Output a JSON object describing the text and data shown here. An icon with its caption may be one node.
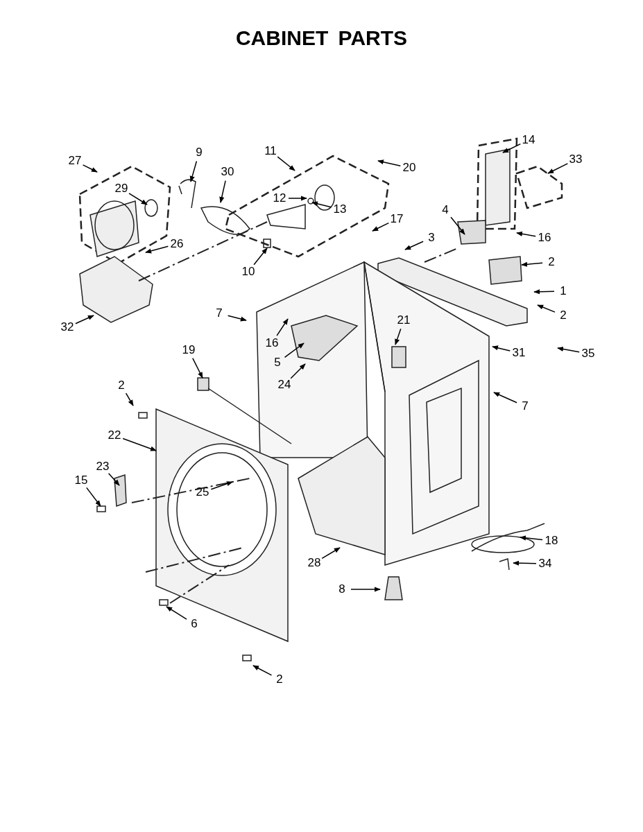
{
  "diagram": {
    "title": "CABINET PARTS",
    "nodes": [
      {
        "text": [
          "27"
        ]
      },
      {
        "text": [
          "9"
        ]
      },
      {
        "text": [
          "30"
        ]
      },
      {
        "text": [
          "11"
        ]
      },
      {
        "text": [
          "20"
        ]
      },
      {
        "text": [
          "14"
        ]
      },
      {
        "text": [
          "33"
        ]
      },
      {
        "text": [
          "29"
        ]
      },
      {
        "text": [
          "12"
        ]
      },
      {
        "text": [
          "13"
        ]
      },
      {
        "text": [
          "4"
        ]
      },
      {
        "text": [
          "17"
        ]
      },
      {
        "text": [
          "3"
        ]
      },
      {
        "text": [
          "16"
        ]
      },
      {
        "text": [
          "26"
        ]
      },
      {
        "text": [
          "10"
        ]
      },
      {
        "text": [
          "2"
        ]
      },
      {
        "text": [
          "1"
        ]
      },
      {
        "text": [
          "7"
        ]
      },
      {
        "text": [
          "21"
        ]
      },
      {
        "text": [
          "2"
        ]
      },
      {
        "text": [
          "16"
        ]
      },
      {
        "text": [
          "5"
        ]
      },
      {
        "text": [
          "31"
        ]
      },
      {
        "text": [
          "35"
        ]
      },
      {
        "text": [
          "32"
        ]
      },
      {
        "text": [
          "24"
        ]
      },
      {
        "text": [
          "19"
        ]
      },
      {
        "text": [
          "7"
        ]
      },
      {
        "text": [
          "2"
        ]
      },
      {
        "text": [
          "22"
        ]
      },
      {
        "text": [
          "23"
        ]
      },
      {
        "text": [
          "15"
        ]
      },
      {
        "text": [
          "25"
        ]
      },
      {
        "text": [
          "18"
        ]
      },
      {
        "text": [
          "28"
        ]
      },
      {
        "text": [
          "34"
        ]
      },
      {
        "text": [
          "8"
        ]
      },
      {
        "text": [
          "6"
        ]
      },
      {
        "text": [
          "2"
        ]
      }
    ],
    "edges": [
      {
        "from": 0,
        "to": null,
        "arrow": "to"
      },
      {
        "from": 1,
        "to": null,
        "arrow": "to"
      },
      {
        "from": 2,
        "to": null,
        "arrow": "to"
      },
      {
        "from": 3,
        "to": null,
        "arrow": "to"
      },
      {
        "from": 4,
        "to": null,
        "arrow": "to"
      },
      {
        "from": 5,
        "to": null,
        "arrow": "to"
      },
      {
        "from": 6,
        "to": null,
        "arrow": "to"
      },
      {
        "from": 7,
        "to": null,
        "arrow": "to"
      },
      {
        "from": 8,
        "to": null,
        "arrow": "to"
      },
      {
        "from": 9,
        "to": null,
        "arrow": "to"
      },
      {
        "from": 10,
        "to": null,
        "arrow": "to"
      },
      {
        "from": 11,
        "to": null,
        "arrow": "to"
      },
      {
        "from": 12,
        "to": null,
        "arrow": "to"
      },
      {
        "from": 13,
        "to": null,
        "arrow": "to"
      },
      {
        "from": 14,
        "to": null,
        "arrow": "to"
      },
      {
        "from": 15,
        "to": null,
        "arrow": "to"
      },
      {
        "from": 16,
        "to": null,
        "arrow": "to"
      },
      {
        "from": 17,
        "to": null,
        "arrow": "to"
      },
      {
        "from": 18,
        "to": null,
        "arrow": "to"
      },
      {
        "from": 19,
        "to": null,
        "arrow": "to"
      },
      {
        "from": 20,
        "to": null,
        "arrow": "to"
      },
      {
        "from": 21,
        "to": null,
        "arrow": "to"
      },
      {
        "from": 22,
        "to": null,
        "arrow": "to"
      },
      {
        "from": 23,
        "to": null,
        "arrow": "to"
      },
      {
        "from": 24,
        "to": null,
        "arrow": "to"
      },
      {
        "from": 25,
        "to": null,
        "arrow": "to"
      },
      {
        "from": 26,
        "to": null,
        "arrow": "to"
      },
      {
        "from": 27,
        "to": null,
        "arrow": "to"
      },
      {
        "from": 28,
        "to": null,
        "arrow": "to"
      },
      {
        "from": 29,
        "to": null,
        "arrow": "to"
      },
      {
        "from": 30,
        "to": null,
        "arrow": "to"
      },
      {
        "from": 31,
        "to": null,
        "arrow": "to"
      },
      {
        "from": 32,
        "to": null,
        "arrow": "to"
      },
      {
        "from": 33,
        "to": null,
        "arrow": "to"
      },
      {
        "from": 34,
        "to": null,
        "arrow": "to"
      },
      {
        "from": 35,
        "to": null,
        "arrow": "to"
      },
      {
        "from": 36,
        "to": null,
        "arrow": "to"
      },
      {
        "from": 37,
        "to": null,
        "arrow": "to"
      },
      {
        "from": 38,
        "to": null,
        "arrow": "to"
      },
      {
        "from": 39,
        "to": null,
        "arrow": "to"
      }
    ]
  }
}
